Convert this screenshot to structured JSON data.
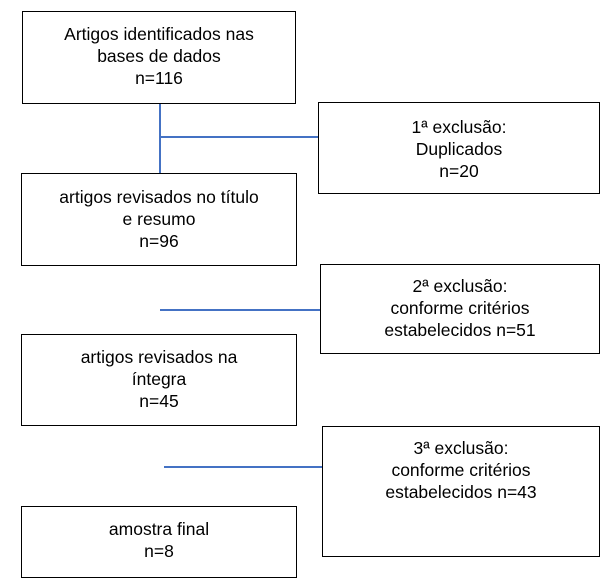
{
  "diagram": {
    "flow": [
      {
        "lines": [
          "Artigos identificados nas",
          "bases de dados",
          "n=116"
        ]
      },
      {
        "lines": [
          "artigos revisados no título",
          "e resumo",
          "n=96"
        ]
      },
      {
        "lines": [
          "artigos revisados na",
          "íntegra",
          "n=45"
        ]
      },
      {
        "lines": [
          "amostra final",
          "n=8"
        ]
      }
    ],
    "exclusions": [
      {
        "lines": [
          "1ª exclusão:",
          "Duplicados",
          "n=20"
        ]
      },
      {
        "lines": [
          "2ª exclusão:",
          "conforme critérios",
          "estabelecidos n=51"
        ]
      },
      {
        "lines": [
          "3ª exclusão:",
          "conforme critérios",
          "estabelecidos n=43"
        ]
      }
    ],
    "connector_color": "#4472c4"
  }
}
